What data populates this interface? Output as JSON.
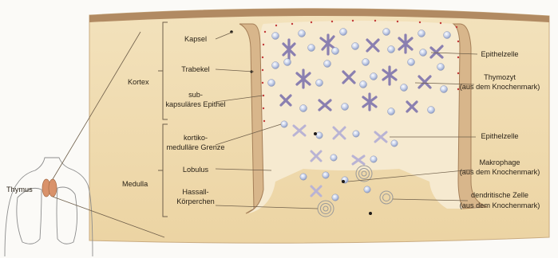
{
  "labels": {
    "thymus": "Thymus",
    "kortex": "Kortex",
    "medulla": "Medulla",
    "kapsel": "Kapsel",
    "trabekel": "Trabekel",
    "subkapsulaeres_line1": "sub-",
    "subkapsulaeres_line2": "kapsuläres Epithel",
    "grenze_line1": "kortiko-",
    "grenze_line2": "medulläre Grenze",
    "lobulus": "Lobulus",
    "hassall_line1": "Hassall-",
    "hassall_line2": "Körperchen",
    "epithelzelle_kortex": "Epithelzelle",
    "thymozyt_line1": "Thymozyt",
    "thymozyt_line2": "(aus dem Knochenmark)",
    "epithelzelle_medulla": "Epithelzelle",
    "makrophage_line1": "Makrophage",
    "makrophage_line2": "(aus dem Knochenmark)",
    "dendritisch_line1": "dendritische Zelle",
    "dendritisch_line2": "(aus dem Knochenmark)"
  },
  "colors": {
    "tissue": "#f1ddb2",
    "capsule": "#b18a62",
    "cortex_cells": "#a9b6d6",
    "epithelial": "#8a7fb0",
    "pointer_lines": "#6f5f4a",
    "lung_outline": "#8c8c8c",
    "thymus_organ": "#d9926a"
  }
}
